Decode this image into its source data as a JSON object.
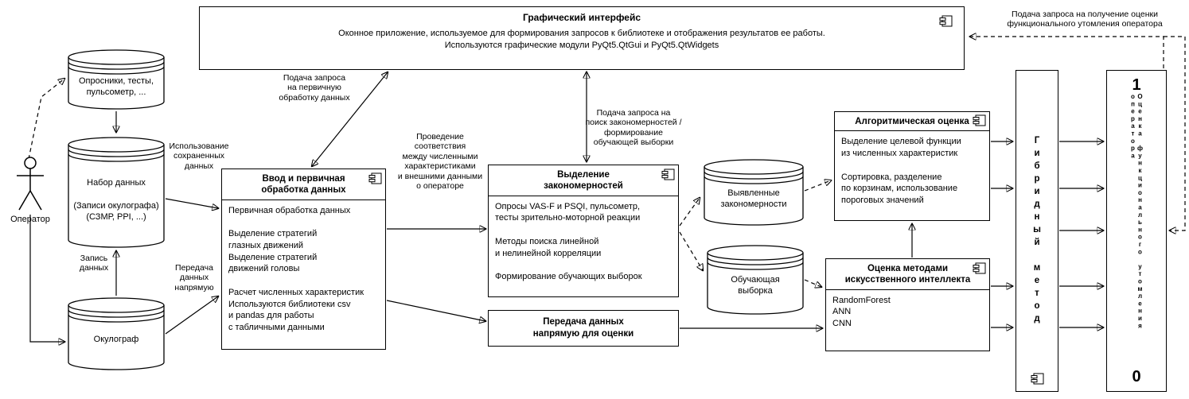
{
  "gui": {
    "title": "Графический интерфейс",
    "body": "Оконное приложение, используемое для формирования запросов к библиотеке и отображения результатов ее работы.\nИспользуются графические модули PyQt5.QtGui и PyQt5.QtWidgets"
  },
  "actor": {
    "label": "Оператор"
  },
  "cylinders": {
    "surveys": "Опросники, тесты,\nпульсометр, ...",
    "dataset": "Набор данных\n\n(Записи окулографа)\n(СЗМР, PPI, ...)",
    "oculograph": "Окулограф",
    "patterns": "Выявленные\nзакономерности",
    "training": "Обучающая\nвыборка"
  },
  "components": {
    "input": {
      "title": "Ввод и первичная\nобработка данных",
      "body": "Первичная обработка данных\n\nВыделение стратегий\nглазных движений\nВыделение стратегий\nдвижений головы\n\nРасчет численных характеристик\nИспользуются библиотеки csv\nи pandas для работы\nс табличными данными"
    },
    "patterns": {
      "title": "Выделение\nзакономерностей",
      "body": "Опросы VAS-F и PSQI, пульсометр,\nтесты зрительно-моторной реакции\n\nМетоды поиска линейной\nи нелинейной корреляции\n\nФормирование обучающих выборок"
    },
    "direct": {
      "title": "Передача данных\nнапрямую для оценки"
    },
    "algorithmic": {
      "title": "Алгоритмическая оценка",
      "body": "Выделение целевой функции\nиз численных характеристик\n\nСортировка, разделение\nпо корзинам, использование\nпороговых значений"
    },
    "ai": {
      "title": "Оценка методами\nискусственного интеллекта",
      "body": "RandomForest\nANN\nCNN"
    },
    "hybrid": {
      "title": "Гибридный метод"
    },
    "output": {
      "one": "1",
      "zero": "0",
      "label": "Оценка функционального утомления оператора"
    }
  },
  "labels": {
    "request_processing": "Подача запроса\nна первичную\nобработку данных",
    "use_saved": "Использование\nсохраненных\nданных",
    "record": "Запись\nданных",
    "direct": "Передача\nданных\nнапрямую",
    "correspondence": "Проведение\nсоответствия\nмежду численными\nхарактеристиками\nи внешними данными\nо операторе",
    "request_patterns": "Подача запроса на\nпоиск закономерностей /\nформирование\nобучающей выборки",
    "request_assessment": "Подача запроса на получение оценки\nфункционального утомления оператора"
  }
}
